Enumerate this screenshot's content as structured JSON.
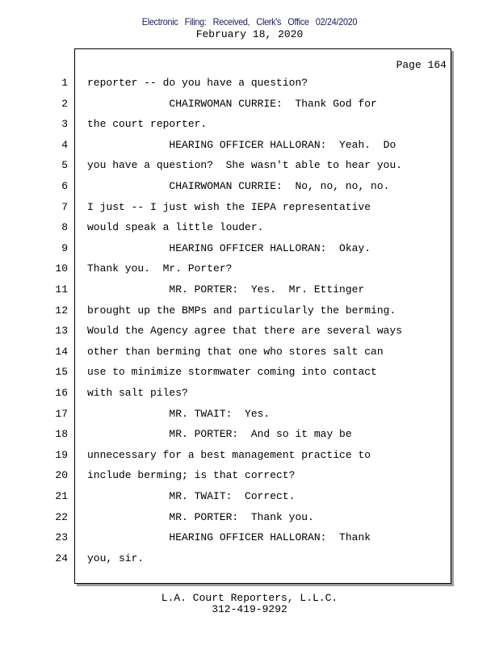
{
  "header": {
    "filing_stamp": "Electronic Filing: Received, Clerk's Office 02/24/2020",
    "date": "February 18, 2020"
  },
  "page_label": "Page 164",
  "lines": [
    {
      "n": "1",
      "text": "reporter -- do you have a question?"
    },
    {
      "n": "2",
      "text": "             CHAIRWOMAN CURRIE:  Thank God for"
    },
    {
      "n": "3",
      "text": "the court reporter."
    },
    {
      "n": "4",
      "text": "             HEARING OFFICER HALLORAN:  Yeah.  Do"
    },
    {
      "n": "5",
      "text": "you have a question?  She wasn't able to hear you."
    },
    {
      "n": "6",
      "text": "             CHAIRWOMAN CURRIE:  No, no, no, no."
    },
    {
      "n": "7",
      "text": "I just -- I just wish the IEPA representative"
    },
    {
      "n": "8",
      "text": "would speak a little louder."
    },
    {
      "n": "9",
      "text": "             HEARING OFFICER HALLORAN:  Okay."
    },
    {
      "n": "10",
      "text": "Thank you.  Mr. Porter?"
    },
    {
      "n": "11",
      "text": "             MR. PORTER:  Yes.  Mr. Ettinger"
    },
    {
      "n": "12",
      "text": "brought up the BMPs and particularly the berming."
    },
    {
      "n": "13",
      "text": "Would the Agency agree that there are several ways"
    },
    {
      "n": "14",
      "text": "other than berming that one who stores salt can"
    },
    {
      "n": "15",
      "text": "use to minimize stormwater coming into contact"
    },
    {
      "n": "16",
      "text": "with salt piles?"
    },
    {
      "n": "17",
      "text": "             MR. TWAIT:  Yes."
    },
    {
      "n": "18",
      "text": "             MR. PORTER:  And so it may be"
    },
    {
      "n": "19",
      "text": "unnecessary for a best management practice to"
    },
    {
      "n": "20",
      "text": "include berming; is that correct?"
    },
    {
      "n": "21",
      "text": "             MR. TWAIT:  Correct."
    },
    {
      "n": "22",
      "text": "             MR. PORTER:  Thank you."
    },
    {
      "n": "23",
      "text": "             HEARING OFFICER HALLORAN:  Thank"
    },
    {
      "n": "24",
      "text": "you, sir."
    }
  ],
  "footer": {
    "company": "L.A. Court Reporters, L.L.C.",
    "phone": "312-419-9292"
  }
}
